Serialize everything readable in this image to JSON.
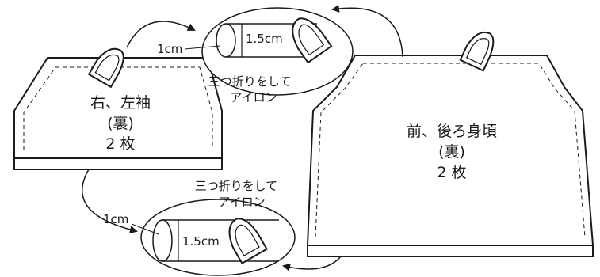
{
  "sleeves_panel": {
    "name": "右、左袖",
    "side": "(裏)",
    "count": "2 枚"
  },
  "body_panel": {
    "name": "前、後ろ身頃",
    "side": "(裏)",
    "count": "2 枚"
  },
  "top_callout": {
    "instruction_line1": "三つ折りをして",
    "instruction_line2": "アイロン",
    "small_fold": "1cm",
    "large_fold": "1.5cm"
  },
  "bottom_callout": {
    "instruction_line1": "三つ折りをして",
    "instruction_line2": "アイロン",
    "small_fold": "1cm",
    "large_fold": "1.5cm"
  },
  "colors": {
    "ink": "#1a1a1a",
    "paper": "#ffffff"
  }
}
